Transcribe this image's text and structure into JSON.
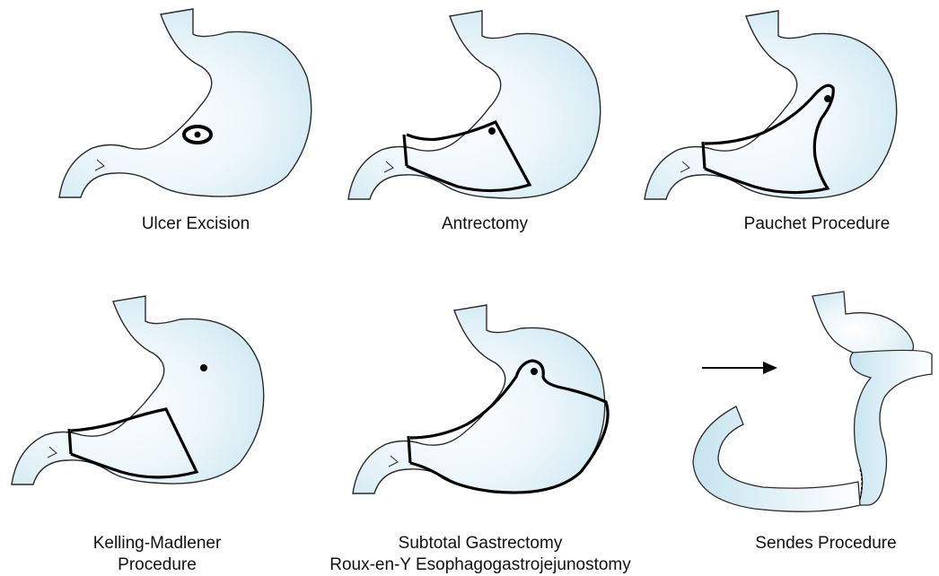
{
  "colors": {
    "organ_fill": "#c6e4ef",
    "organ_light": "#ffffff",
    "outline": "#2a2a2a",
    "incision": "#000000",
    "text": "#111111"
  },
  "procedures": [
    {
      "lines": [
        "Ulcer Excision"
      ]
    },
    {
      "lines": [
        "Antrectomy"
      ]
    },
    {
      "lines": [
        "Pauchet Procedure"
      ]
    },
    {
      "lines": [
        "Kelling-Madlener",
        "Procedure"
      ]
    },
    {
      "lines": [
        "Subtotal Gastrectomy",
        "Roux-en-Y Esophagogastrojejunostomy"
      ]
    },
    {
      "lines": [
        "Sendes Procedure"
      ]
    }
  ]
}
